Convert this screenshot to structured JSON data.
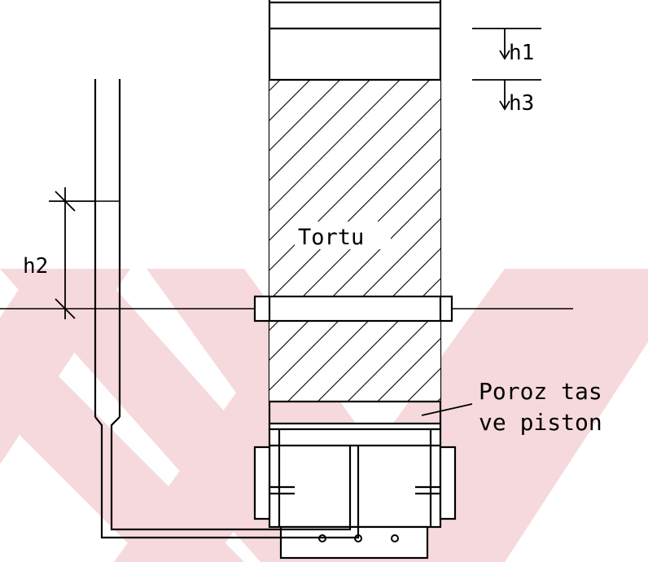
{
  "labels": {
    "h1": "h1",
    "h3": "h3",
    "h2": "h2",
    "cake": "Tortu",
    "porous_line1": "Poroz tas",
    "porous_line2": "ve piston"
  },
  "colors": {
    "ink": "#000000",
    "watermark": "#f6d9dc",
    "background": "#ffffff"
  }
}
